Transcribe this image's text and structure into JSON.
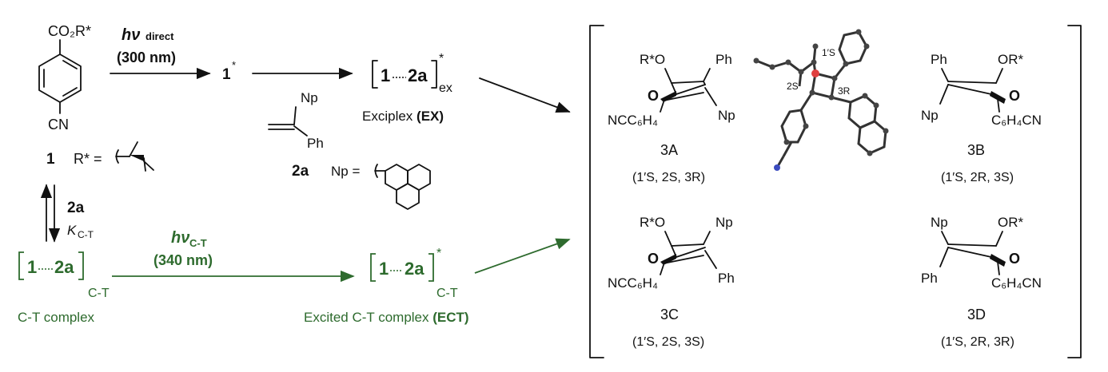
{
  "colors": {
    "black": "#111111",
    "green": "#2e6b2e",
    "oxygen": "#e04040",
    "nitrogen": "#3b4bbf"
  },
  "reactant": {
    "ester_label": "CO₂R*",
    "cn_label": "CN",
    "compound_number": "1",
    "rstar_label": "R* =",
    "alkene_compound": "2a",
    "np_label": "Np",
    "ph_label": "Ph",
    "np_def": "Np ="
  },
  "direct": {
    "hv": "hν",
    "hv_sub": "direct",
    "wavelength": "(300 nm)",
    "excited": "1",
    "excited_sup": "*",
    "exciplex_inner_a": "1",
    "exciplex_inner_b": "2a",
    "exciplex_sup": "*",
    "exciplex_sub": "ex",
    "exciplex_caption": "Exciplex ",
    "exciplex_caption_bold": "(EX)"
  },
  "equilibrium": {
    "reagent": "2a",
    "k_label": "K",
    "k_sub": "C-T"
  },
  "ct": {
    "complex_a": "1",
    "complex_b": "2a",
    "complex_sub": "C-T",
    "complex_caption": "C-T complex",
    "hv": "hν",
    "hv_sub": "C-T",
    "wavelength": "(340 nm)",
    "excited_a": "1",
    "excited_b": "2a",
    "excited_sup": "*",
    "excited_sub": "C-T",
    "excited_caption": "Excited C-T complex ",
    "excited_caption_bold": "(ECT)"
  },
  "products": [
    {
      "id": "3A",
      "label": "3A",
      "config": "(1′S, 2S, 3R)",
      "tl": "R*O",
      "tr": "Ph",
      "br": "Np",
      "bl": "NCC₆H₄"
    },
    {
      "id": "3B",
      "label": "3B",
      "config": "(1′S, 2R, 3S)",
      "tl": "Ph",
      "tr": "OR*",
      "br": "C₆H₄CN",
      "bl": "Np"
    },
    {
      "id": "3C",
      "label": "3C",
      "config": "(1′S, 2S, 3S)",
      "tl": "R*O",
      "tr": "Np",
      "br": "Ph",
      "bl": "NCC₆H₄"
    },
    {
      "id": "3D",
      "label": "3D",
      "config": "(1′S, 2R, 3R)",
      "tl": "Np",
      "tr": "OR*",
      "br": "C₆H₄CN",
      "bl": "Ph"
    }
  ],
  "ring_o": "O",
  "xray": {
    "l1": "1′S",
    "l2": "2S",
    "l3": "3R"
  }
}
